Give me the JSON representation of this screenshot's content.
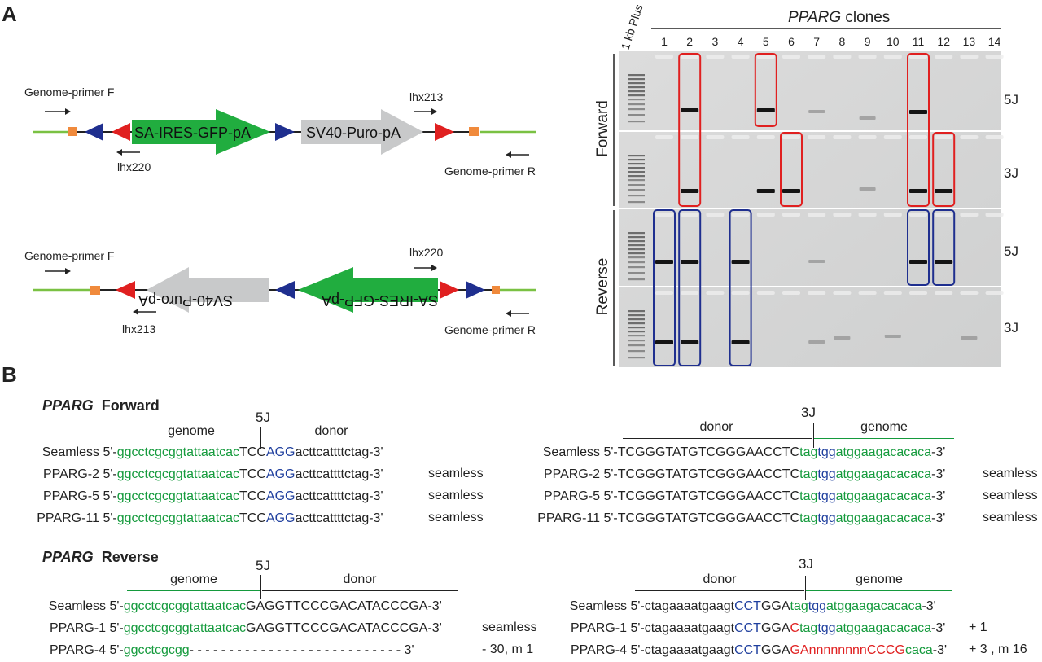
{
  "panel_a": {
    "letter": "A",
    "forward_construct": {
      "primer_f": "Genome-primer F",
      "primer_r": "Genome-primer R",
      "primer_in_top": "lhx213",
      "primer_in_bottom": "lhx220",
      "cassette1": "SA-IRES-GFP-pA",
      "cassette2": "SV40-Puro-pA"
    },
    "reverse_construct": {
      "primer_f": "Genome-primer F",
      "primer_r": "Genome-primer R",
      "primer_in_top": "lhx220",
      "primer_in_bottom": "lhx213",
      "cassette1": "SV40-Puro-pA",
      "cassette2": "SA-IRES-GFP-pA"
    },
    "gel": {
      "ladder": "1 kb Plus",
      "title_gene": "PPARG",
      "title_rest": " clones",
      "lanes": [
        "1",
        "2",
        "3",
        "4",
        "5",
        "6",
        "7",
        "8",
        "9",
        "10",
        "11",
        "12",
        "13",
        "14"
      ],
      "row_groups": [
        "Forward",
        "Reverse"
      ],
      "row_labels": [
        "5J",
        "3J",
        "5J",
        "3J"
      ],
      "highlight_colors": {
        "forward": "#e02020",
        "reverse": "#1f2f8f"
      }
    }
  },
  "panel_b": {
    "letter": "B",
    "forward": {
      "heading_gene": "PPARG",
      "heading_dir": "Forward",
      "left": {
        "junction": "5J",
        "region1": "genome",
        "region2": "donor",
        "rows": [
          {
            "label": "Seamless",
            "prefix": "5'-",
            "genome": "ggcctcgcggtattaatcac",
            "d1": "TCC",
            "d2": "AGG",
            "d3": "acttcattttctag-3'",
            "note": ""
          },
          {
            "label": "PPARG-2",
            "prefix": "5'-",
            "genome": "ggcctcgcggtattaatcac",
            "d1": "TCC",
            "d2": "AGG",
            "d3": "acttcattttctag-3'",
            "note": "seamless"
          },
          {
            "label": "PPARG-5",
            "prefix": "5'-",
            "genome": "ggcctcgcggtattaatcac",
            "d1": "TCC",
            "d2": "AGG",
            "d3": "acttcattttctag-3'",
            "note": "seamless"
          },
          {
            "label": "PPARG-11",
            "prefix": "5'-",
            "genome": "ggcctcgcggtattaatcac",
            "d1": "TCC",
            "d2": "AGG",
            "d3": "acttcattttctag-3'",
            "note": "seamless"
          }
        ]
      },
      "right": {
        "junction": "3J",
        "region1": "donor",
        "region2": "genome",
        "rows": [
          {
            "label": "Seamless",
            "donor": "5'-TCGGGTATGTCGGGAACCTC",
            "g1": "tag",
            "b1": "tgg",
            "g2": "atggaagacacaca",
            "end": "-3'",
            "note": ""
          },
          {
            "label": "PPARG-2",
            "donor": "5'-TCGGGTATGTCGGGAACCTC",
            "g1": "tag",
            "b1": "tgg",
            "g2": "atggaagacacaca",
            "end": "-3'",
            "note": "seamless"
          },
          {
            "label": "PPARG-5",
            "donor": "5'-TCGGGTATGTCGGGAACCTC",
            "g1": "tag",
            "b1": "tgg",
            "g2": "atggaagacacaca",
            "end": "-3'",
            "note": "seamless"
          },
          {
            "label": "PPARG-11",
            "donor": "5'-TCGGGTATGTCGGGAACCTC",
            "g1": "tag",
            "b1": "tgg",
            "g2": "atggaagacacaca",
            "end": "-3'",
            "note": "seamless"
          }
        ]
      }
    },
    "reverse": {
      "heading_gene": "PPARG",
      "heading_dir": "Reverse",
      "left": {
        "junction": "5J",
        "region1": "genome",
        "region2": "donor",
        "rows": [
          {
            "label": "Seamless",
            "prefix": "5'-",
            "genome": "ggcctcgcggtattaatcac",
            "donor": "GAGGTTCCCGACATACCCGA-3'",
            "note": ""
          },
          {
            "label": "PPARG-1",
            "prefix": "5'-",
            "genome": "ggcctcgcggtattaatcac",
            "donor": "GAGGTTCCCGACATACCCGA-3'",
            "note": "seamless"
          },
          {
            "label": "PPARG-4",
            "prefix": "5'-",
            "genome": "ggcctcgcgg",
            "donor": "- - - - - - - - - - - - - - - - - - - - - - - - - - - 3'",
            "note": "- 30, m 1"
          }
        ]
      },
      "right": {
        "junction": "3J",
        "region1": "donor",
        "region2": "genome",
        "rows": [
          {
            "label": "Seamless",
            "d1": "5'-ctagaaaatgaagt",
            "b1": "CCT",
            "d2": "GGA",
            "ins": "",
            "g1": "tag",
            "b2": "tgg",
            "g2": "atggaagacacaca",
            "end": "-3'",
            "note": ""
          },
          {
            "label": "PPARG-1",
            "d1": "5'-ctagaaaatgaagt",
            "b1": "CCT",
            "d2": "GGA",
            "ins": "C",
            "g1": "tag",
            "b2": "tgg",
            "g2": "atggaagacacaca",
            "end": "-3'",
            "note": "+ 1"
          },
          {
            "label": "PPARG-4",
            "d1": "5'-ctagaaaatgaagt",
            "b1": "CCT",
            "d2": "GGA",
            "ins": "GAnnnnnnnnCCCG",
            "g1": "",
            "b2": "",
            "g2": "caca",
            "end": "-3'",
            "note": "+ 3 , m 16"
          }
        ]
      }
    }
  }
}
